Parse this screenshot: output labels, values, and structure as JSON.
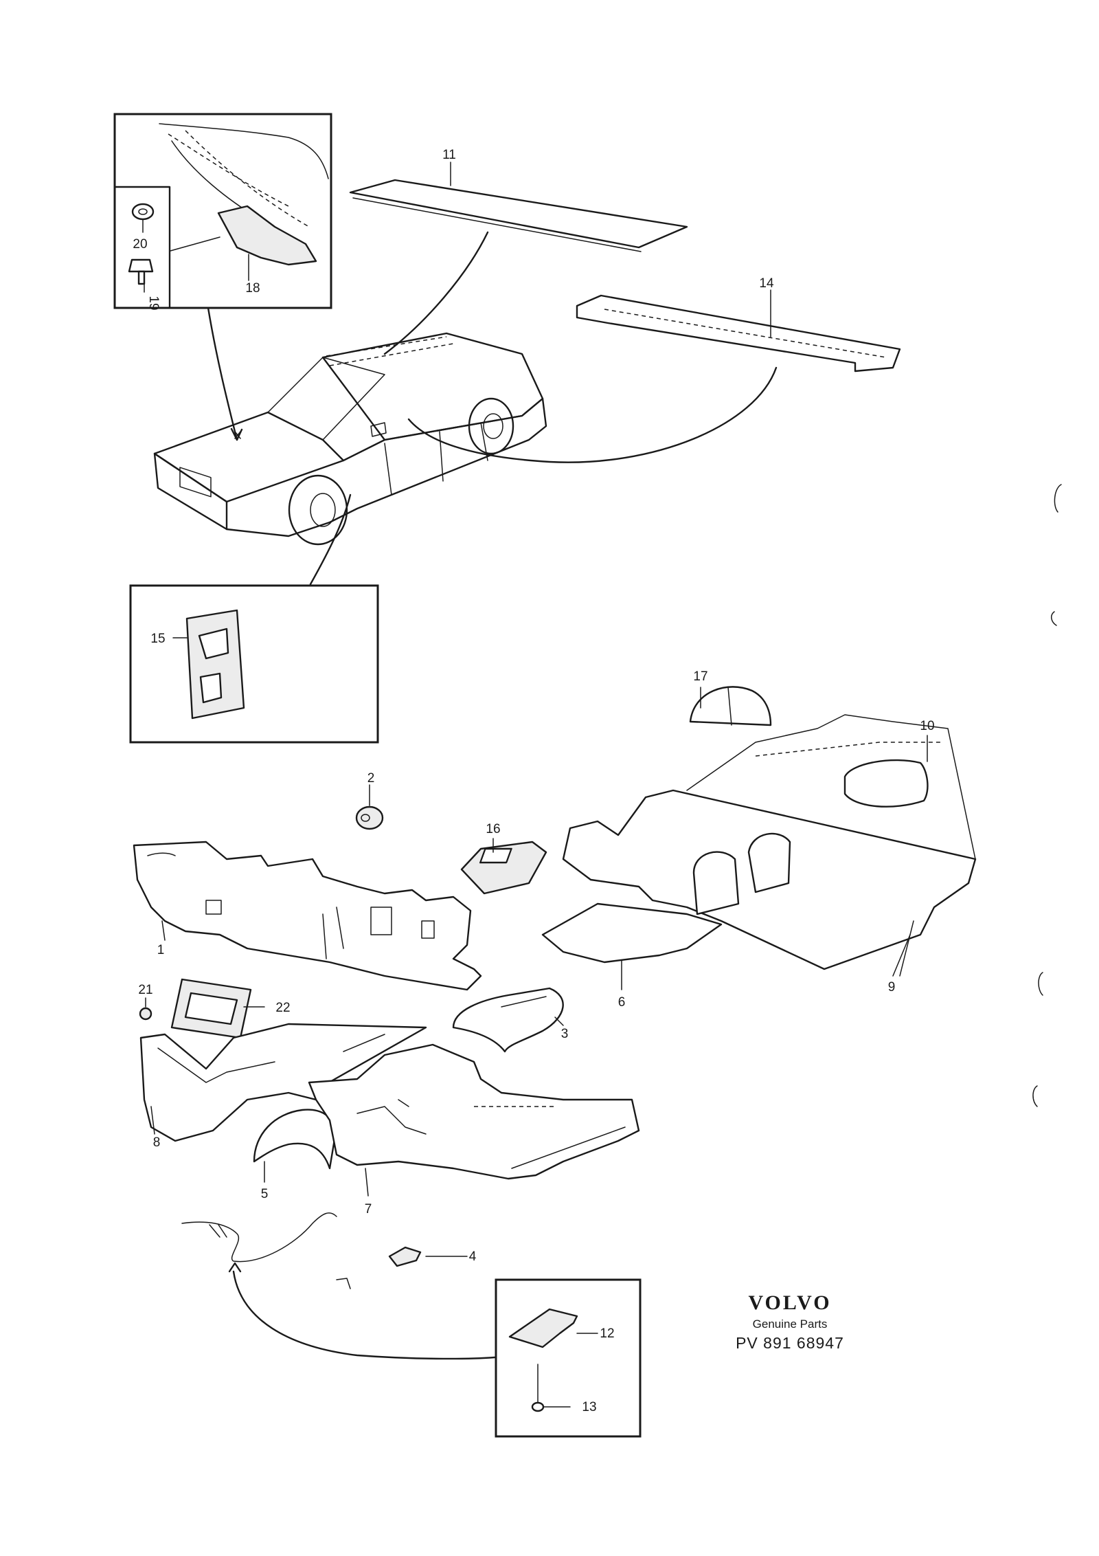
{
  "brand": {
    "name": "VOLVO",
    "subtitle": "Genuine Parts",
    "part_number": "PV 891 68947"
  },
  "callouts": {
    "c1": "1",
    "c2": "2",
    "c3": "3",
    "c4": "4",
    "c5": "5",
    "c6": "6",
    "c7": "7",
    "c8": "8",
    "c9": "9",
    "c10": "10",
    "c11": "11",
    "c12": "12",
    "c13": "13",
    "c14": "14",
    "c15": "15",
    "c16": "16",
    "c17": "17",
    "c18": "18",
    "c19": "19",
    "c20": "20",
    "c21": "21",
    "c22": "22"
  }
}
